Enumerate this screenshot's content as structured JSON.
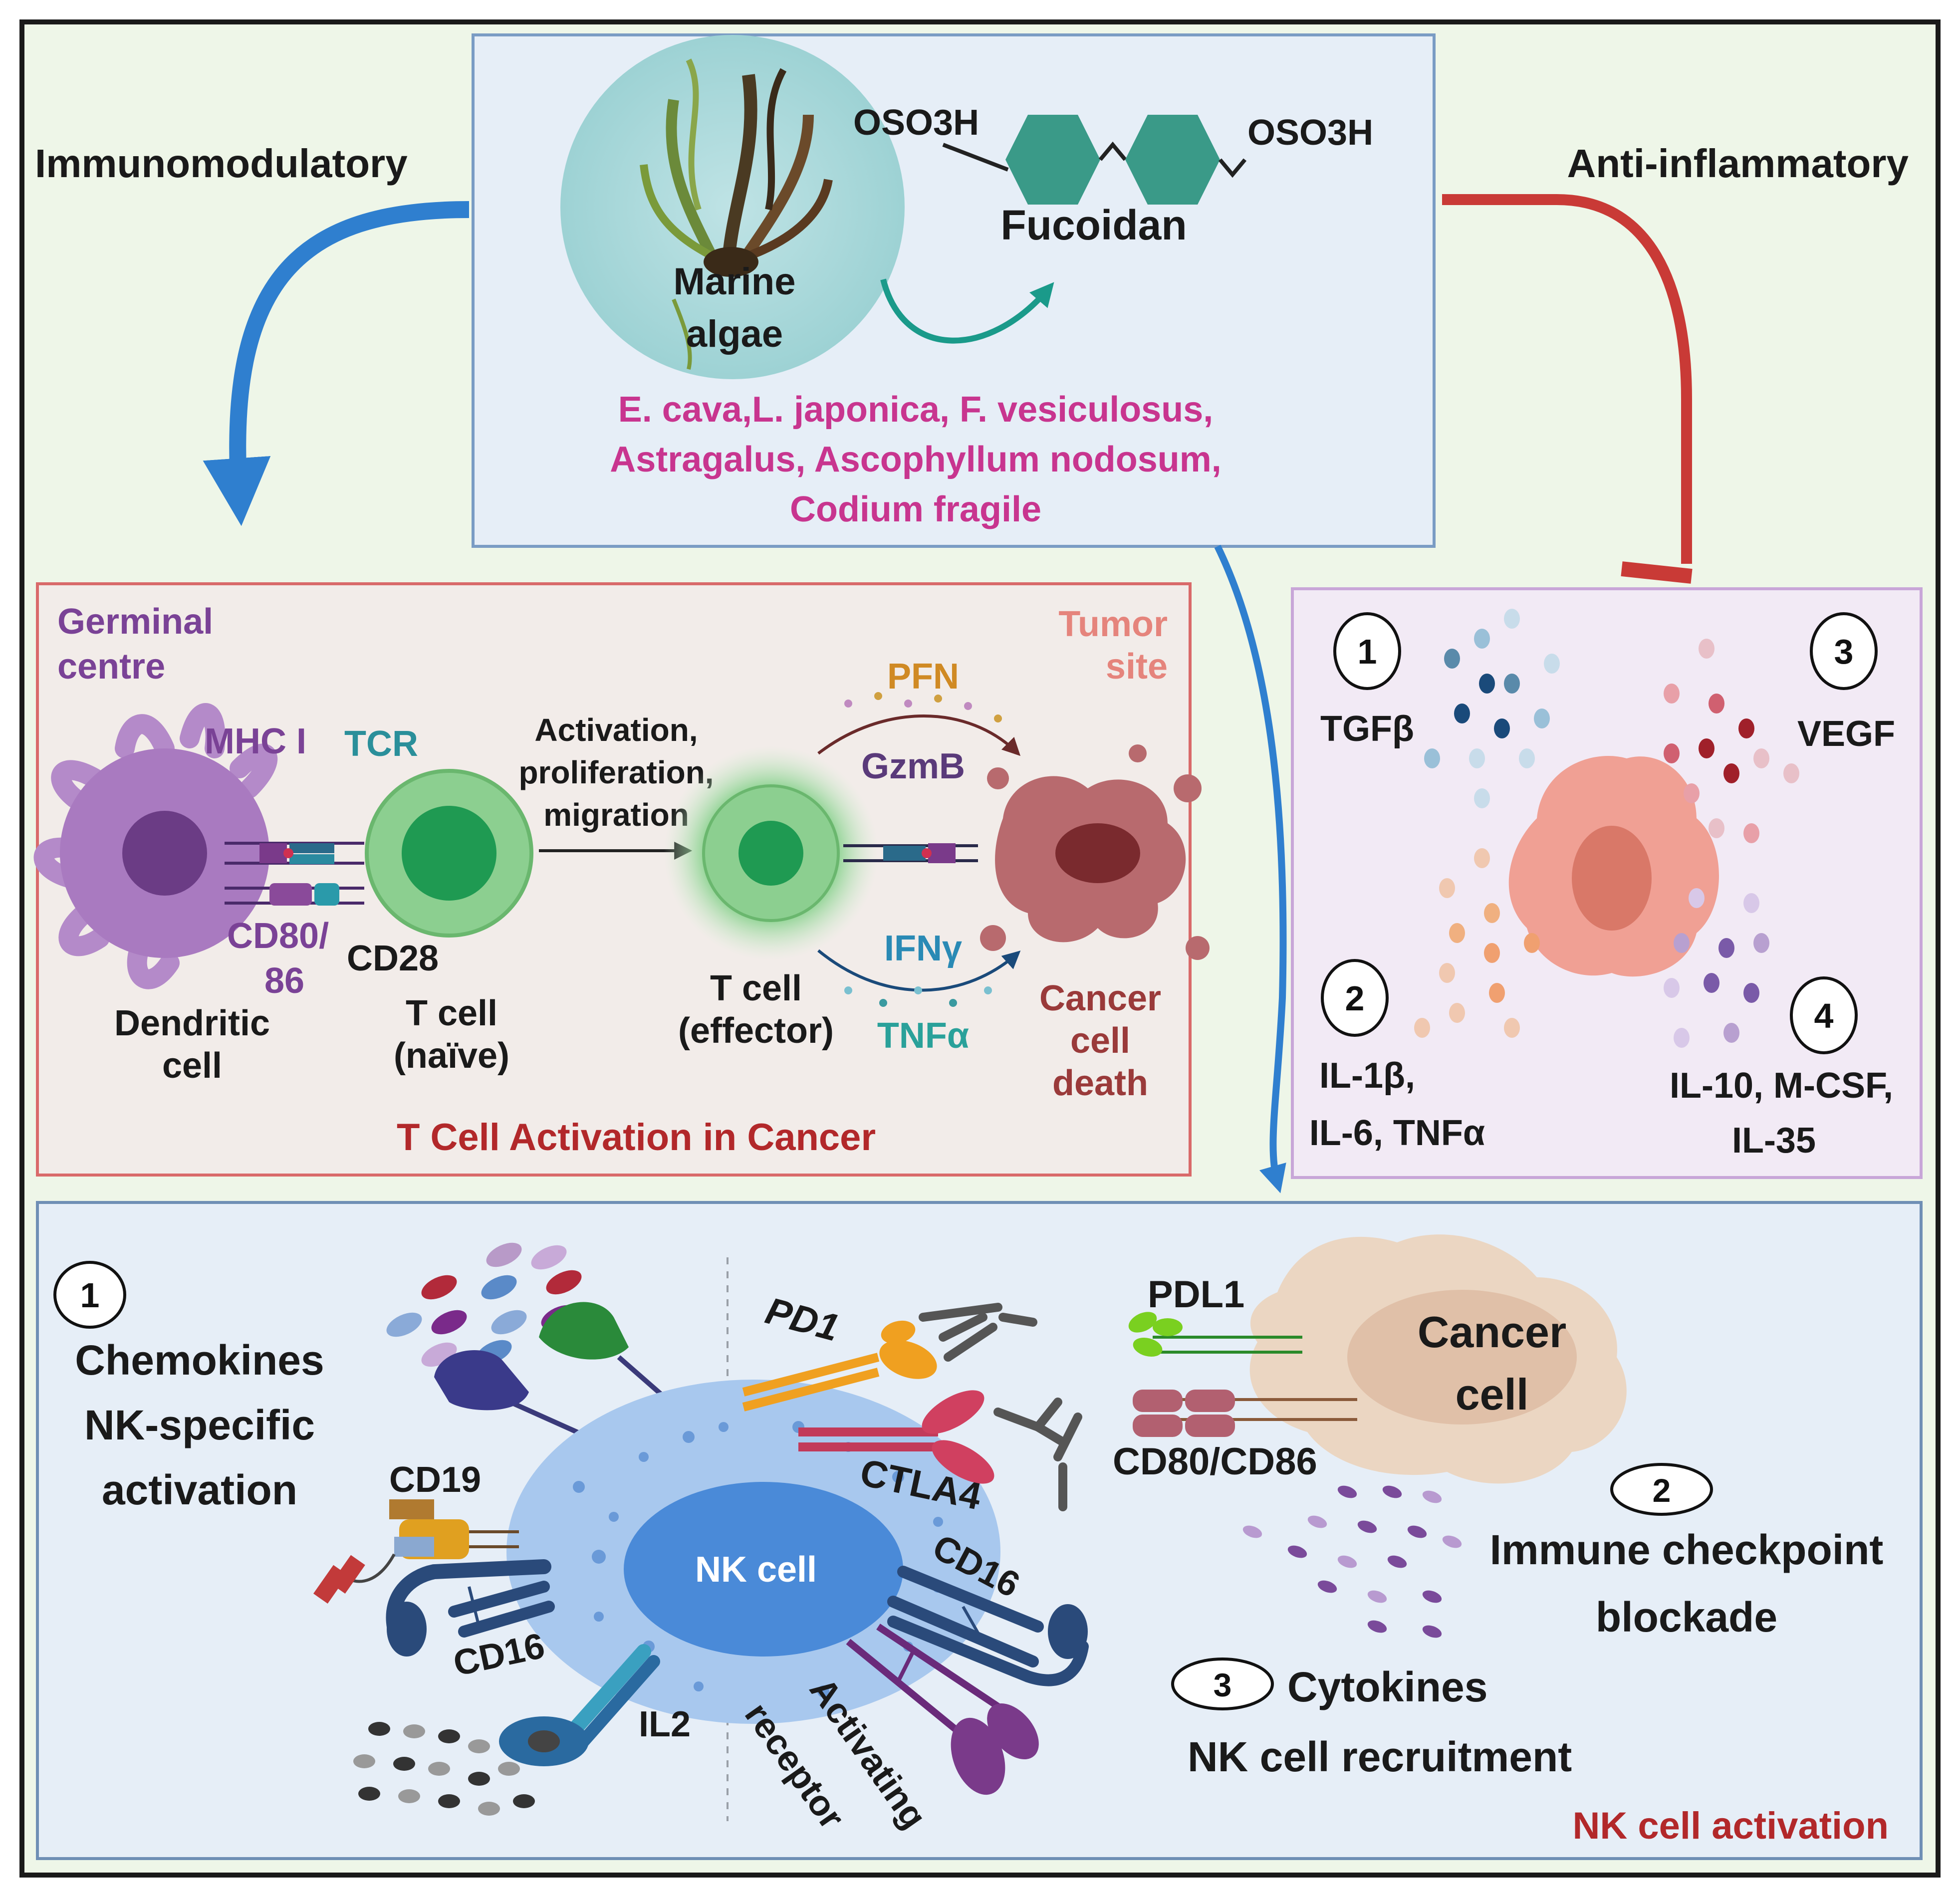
{
  "top": {
    "marine_algae_line1": "Marine",
    "marine_algae_line2": "algae",
    "compound_name": "Fucoidan",
    "sulfate_left": "OSO3H",
    "sulfate_right": "OSO3H",
    "sources": [
      "E. cava,L. japonica, F. vesiculosus,",
      "Astragalus, Ascophyllum nodosum,",
      "Codium fragile"
    ]
  },
  "arrows": {
    "left_label": "Immunomodulatory",
    "right_label": "Anti-inflammatory"
  },
  "t_cell_panel": {
    "title": "T Cell Activation in Cancer",
    "germinal_line1": "Germinal",
    "germinal_line2": "centre",
    "tumor_line1": "Tumor",
    "tumor_line2": "site",
    "mhc": "MHC I",
    "tcr": "TCR",
    "cd80_line1": "CD80/",
    "cd80_line2": "86",
    "cd28": "CD28",
    "dendritic_line1": "Dendritic",
    "dendritic_line2": "cell",
    "naive_line1": "T cell",
    "naive_line2": "(naïve)",
    "activation_line1": "Activation,",
    "activation_line2": "proliferation,",
    "activation_line3": "migration",
    "effector_line1": "T cell",
    "effector_line2": "(effector)",
    "pfn": "PFN",
    "gzmb": "GzmB",
    "ifng": "IFNγ",
    "tnfa": "TNFα",
    "death_line1": "Cancer",
    "death_line2": "cell",
    "death_line3": "death"
  },
  "inflammation_panel": {
    "items": [
      {
        "num": "1",
        "label_lines": [
          "TGFβ"
        ]
      },
      {
        "num": "2",
        "label_lines": [
          "IL-1β,",
          "IL-6, TNFα"
        ]
      },
      {
        "num": "3",
        "label_lines": [
          "VEGF"
        ]
      },
      {
        "num": "4",
        "label_lines": [
          "IL-10, M-CSF,",
          "IL-35"
        ]
      }
    ]
  },
  "nk_panel": {
    "title": "NK cell activation",
    "nk_cell": "NK cell",
    "item1_num": "1",
    "item1_lines": [
      "Chemokines",
      "NK-specific",
      "activation"
    ],
    "item2_num": "2",
    "item2_lines": [
      "Immune checkpoint",
      "blockade"
    ],
    "item3_num": "3",
    "item3_lines": [
      "Cytokines",
      "NK cell recruitment"
    ],
    "cd19": "CD19",
    "cd16_left": "CD16",
    "cd16_right": "CD16",
    "il2": "IL2",
    "activating_line1": "Activating",
    "activating_line2": "receptor",
    "pd1": "PD1",
    "ctla4": "CTLA4",
    "pdl1": "PDL1",
    "cd80_cd86": "CD80/CD86",
    "cancer_line1": "Cancer",
    "cancer_line2": "cell"
  },
  "colors": {
    "background": "#eef6e8",
    "border": "#1a1a1a",
    "top_box": "#e6eef7",
    "pink_text": "#c8358f",
    "blue_arrow": "#2f7fcf",
    "red_arrow": "#c93a36",
    "t_panel": "#f2ece9",
    "t_panel_border": "#d96a6a",
    "infl_panel": "#f2eaf5",
    "infl_panel_border": "#c8a6d8",
    "nk_panel": "#e6eef7",
    "nk_panel_border": "#6f8fb5",
    "dark_red_title": "#b2282a",
    "purple_label": "#7a4296",
    "teal_label": "#2a8f9a",
    "tumor_label": "#e5847c",
    "pfn": "#d08a24",
    "gzmb": "#5a3a7a",
    "ifng": "#2a8ab5",
    "tnfa": "#2aa19a",
    "death": "#9a3a3a"
  }
}
